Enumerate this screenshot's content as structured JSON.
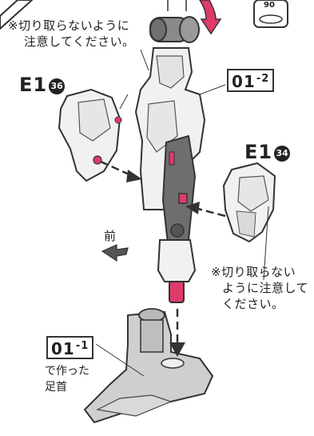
{
  "notes": {
    "top_left": [
      "※切り取らないように",
      "注意してください。"
    ],
    "right": [
      "※切り取らない",
      "ように注意して",
      "ください。"
    ]
  },
  "labels": {
    "e1_left": {
      "text": "E1",
      "num": "36"
    },
    "e1_right": {
      "text": "E1",
      "num": "34"
    },
    "part_a": {
      "text": "01",
      "sub": "-2"
    },
    "part_b": {
      "text": "01",
      "sub": "-1"
    },
    "front": "前",
    "ankle": [
      "で作った",
      "足首"
    ],
    "top_badge": "90"
  },
  "colors": {
    "accent": "#e03a6a",
    "line": "#333333",
    "part": "#f1f1f1"
  }
}
